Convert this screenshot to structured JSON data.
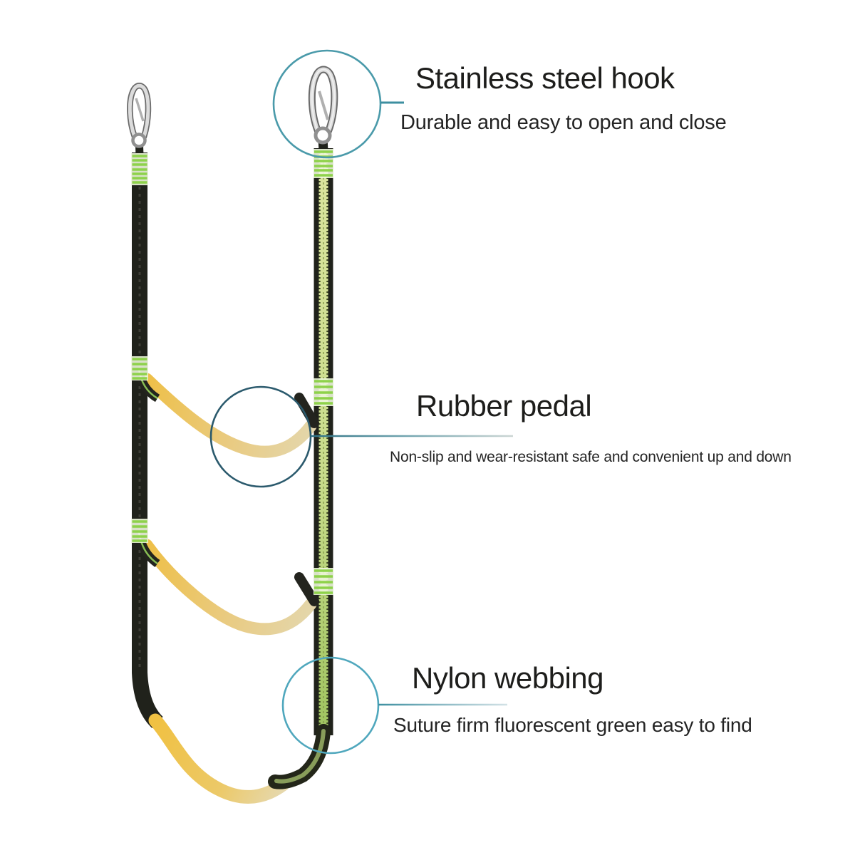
{
  "product": {
    "name": "rope-ladder-annotated-diagram"
  },
  "callouts": [
    {
      "id": "stainless-steel-hook",
      "title": "Stainless steel hook",
      "description": "Durable and easy to open and close"
    },
    {
      "id": "rubber-pedal",
      "title": "Rubber pedal",
      "description": "Non-slip and wear-resistant safe and convenient up and down"
    },
    {
      "id": "nylon-webbing",
      "title": "Nylon webbing",
      "description": "Suture firm fluorescent green easy to find"
    }
  ],
  "colors": {
    "page_background": "#ffffff",
    "heading_text": "#1d1d1b",
    "description_text": "#242424",
    "callout_circle_top": "#4a9aaa",
    "callout_circle_middle": "#2b5a6d",
    "callout_circle_bottom": "#4fa7bd",
    "leader_line": "#3d8fa0",
    "strap_black": "#20221b",
    "strap_fluorescent_stripe": "#cfe08e",
    "stitch_green": "#8ed24a",
    "pedal_yellow": "#efc04a",
    "pedal_yellow_pale": "#e6d8ac",
    "hook_metal_light": "#dcdcdc",
    "hook_metal_dark": "#6a6a6a"
  }
}
